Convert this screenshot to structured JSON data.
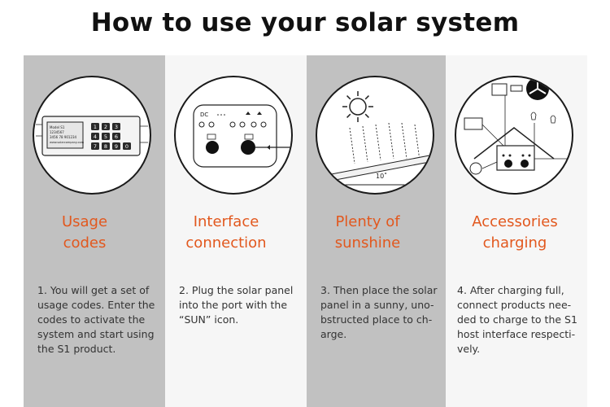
{
  "page": {
    "title": "How to use your solar system"
  },
  "steps": [
    {
      "heading_lines": [
        "Usage",
        "codes"
      ],
      "desc_lines": [
        "1.  You will get a set of",
        "usage codes. Enter the",
        "codes  to  activate  the",
        "system and start using",
        "the S1 product."
      ],
      "icon": "keypad-icon"
    },
    {
      "heading_lines": [
        "Interface",
        "connection"
      ],
      "desc_lines": [
        "2. Plug the solar panel",
        " into the port with the",
        "“SUN” icon."
      ],
      "icon": "panel-ports-icon"
    },
    {
      "heading_lines": [
        "Plenty of",
        "sunshine"
      ],
      "desc_lines": [
        "3. Then place the solar",
        "panel in a sunny, uno-",
        "bstructed place to ch-",
        "arge."
      ],
      "icon": "sun-icon",
      "angle_label": "10˚"
    },
    {
      "heading_lines": [
        "Accessories",
        "charging"
      ],
      "desc_lines": [
        "4.   After charging full,",
        "connect products nee-",
        "ded to charge to the S1",
        "host interface respecti-",
        "vely."
      ],
      "icon": "accessories-icon"
    }
  ],
  "keypad": {
    "keys": [
      "1",
      "2",
      "3",
      "4",
      "5",
      "6",
      "7",
      "8",
      "9",
      "0"
    ],
    "screen_lines": [
      "Model S1",
      "1234567",
      "3456 78 901234",
      "www.solarcompany.com"
    ]
  }
}
